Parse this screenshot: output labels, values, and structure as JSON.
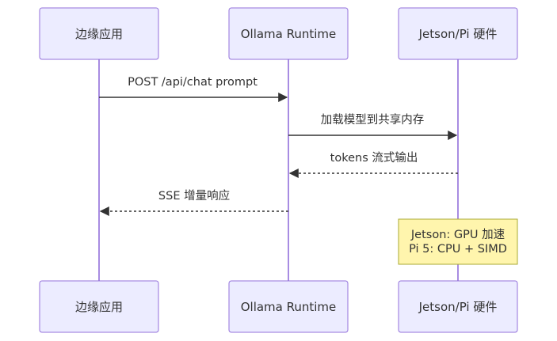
{
  "participants": [
    {
      "id": "edge",
      "label": "边缘应用"
    },
    {
      "id": "ollama",
      "label": "Ollama Runtime"
    },
    {
      "id": "hw",
      "label": "Jetson/Pi 硬件"
    }
  ],
  "messages": [
    {
      "from": "edge",
      "to": "ollama",
      "label": "POST /api/chat prompt",
      "style": "solid"
    },
    {
      "from": "ollama",
      "to": "hw",
      "label": "加载模型到共享内存",
      "style": "solid"
    },
    {
      "from": "hw",
      "to": "ollama",
      "label": "tokens 流式输出",
      "style": "dashed"
    },
    {
      "from": "ollama",
      "to": "edge",
      "label": "SSE 增量响应",
      "style": "dashed"
    }
  ],
  "note": {
    "over": "hw",
    "lines": [
      "Jetson: GPU 加速",
      "Pi 5: CPU + SIMD"
    ]
  },
  "colors": {
    "actor_fill": "#ececff",
    "actor_border": "#9370db",
    "lifeline": "#9370db",
    "arrow": "#333333",
    "note_fill": "#fff5ad",
    "note_border": "#aaaa33"
  }
}
